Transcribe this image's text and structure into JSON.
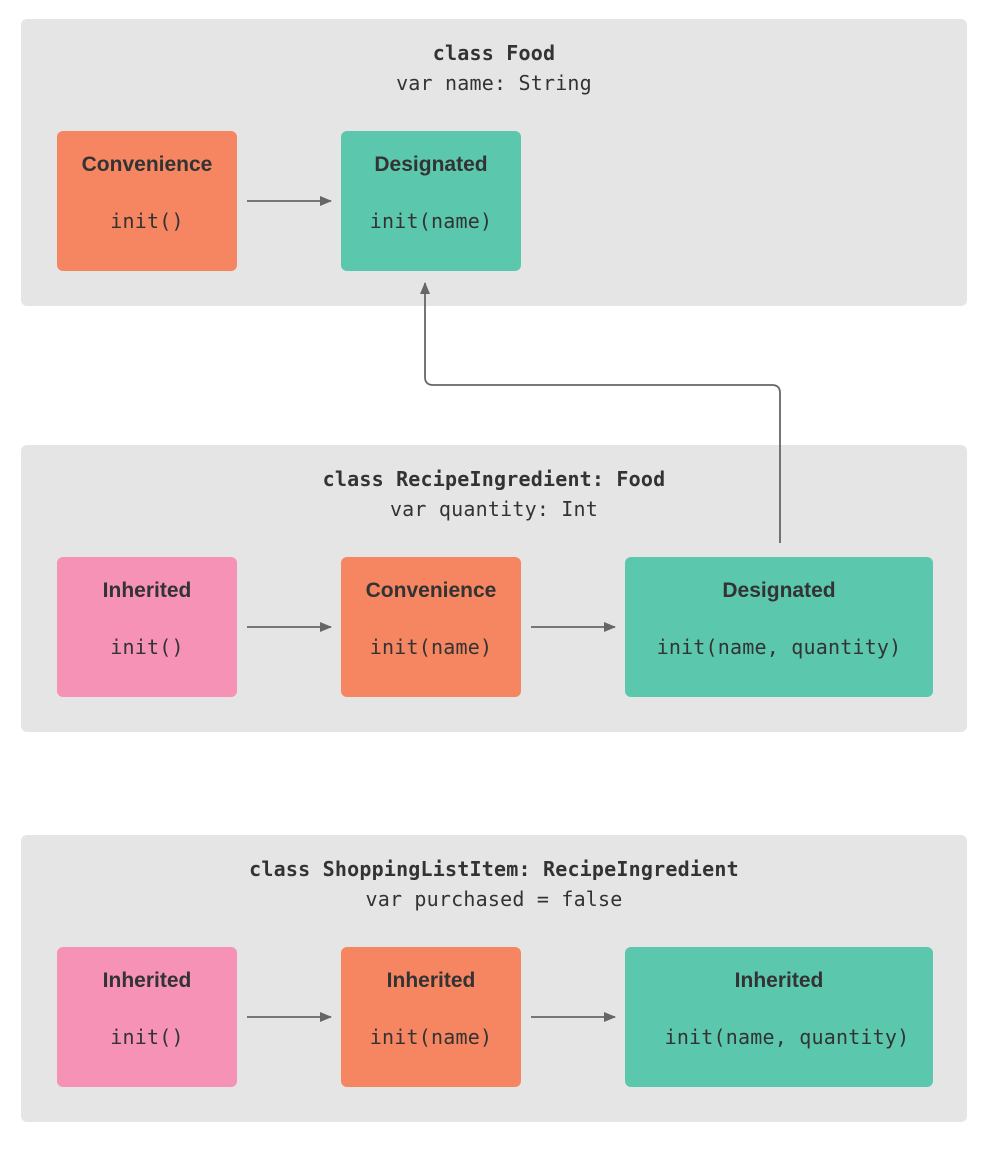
{
  "colors": {
    "panel_bg": "#e5e5e5",
    "convenience": "#f68561",
    "designated": "#5bc8ae",
    "inherited_init": "#f592b5",
    "arrow": "#666666",
    "text": "#333333"
  },
  "classes": [
    {
      "title": "class Food",
      "property": "var name: String",
      "boxes": [
        {
          "kind": "Convenience",
          "init": "init()",
          "color": "#f68561"
        },
        {
          "kind": "Designated",
          "init": "init(name)",
          "color": "#5bc8ae"
        }
      ]
    },
    {
      "title": "class RecipeIngredient: Food",
      "property": "var quantity: Int",
      "boxes": [
        {
          "kind": "Inherited",
          "init": "init()",
          "color": "#f592b5"
        },
        {
          "kind": "Convenience",
          "init": "init(name)",
          "color": "#f68561"
        },
        {
          "kind": "Designated",
          "init": "init(name, quantity)",
          "color": "#5bc8ae"
        }
      ]
    },
    {
      "title": "class ShoppingListItem: RecipeIngredient",
      "property": "var purchased = false",
      "boxes": [
        {
          "kind": "Inherited",
          "init": "init()",
          "color": "#f592b5"
        },
        {
          "kind": "Inherited",
          "init": "init(name)",
          "color": "#f68561"
        },
        {
          "kind": "Inherited",
          "init": "init(name, quantity)",
          "color": "#5bc8ae"
        }
      ]
    }
  ]
}
